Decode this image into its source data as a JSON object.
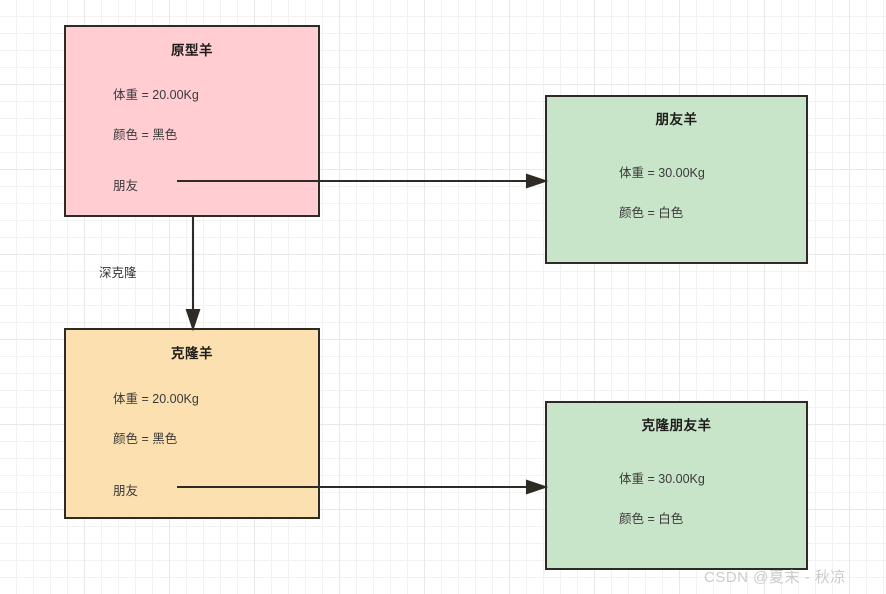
{
  "diagram": {
    "background": "grid-paper",
    "colors": {
      "pink": "#ffcdd2",
      "green": "#c9e5c9",
      "amber": "#fce0af",
      "stroke": "#2e2a26",
      "grid_minor": "#f2f2f2",
      "grid_major": "#e8e8e8"
    },
    "nodes": [
      {
        "id": "prototype-sheep",
        "title": "原型羊",
        "fields": [
          "体重 = 20.00Kg",
          "颜色 = 黑色",
          "朋友"
        ]
      },
      {
        "id": "friend-sheep",
        "title": "朋友羊",
        "fields": [
          "体重 = 30.00Kg",
          "颜色 = 白色"
        ]
      },
      {
        "id": "clone-sheep",
        "title": "克隆羊",
        "fields": [
          "体重 = 20.00Kg",
          "颜色 = 黑色",
          "朋友"
        ]
      },
      {
        "id": "clone-friend-sheep",
        "title": "克隆朋友羊",
        "fields": [
          "体重 = 30.00Kg",
          "颜色 = 白色"
        ]
      }
    ],
    "edges": [
      {
        "id": "prototype-to-friend",
        "label": "",
        "from": "prototype-sheep",
        "to": "friend-sheep"
      },
      {
        "id": "prototype-to-clone",
        "label": "深克隆",
        "from": "prototype-sheep",
        "to": "clone-sheep"
      },
      {
        "id": "clone-to-clone-friend",
        "label": "",
        "from": "clone-sheep",
        "to": "clone-friend-sheep"
      }
    ],
    "watermark": "CSDN @夏末 - 秋凉"
  }
}
